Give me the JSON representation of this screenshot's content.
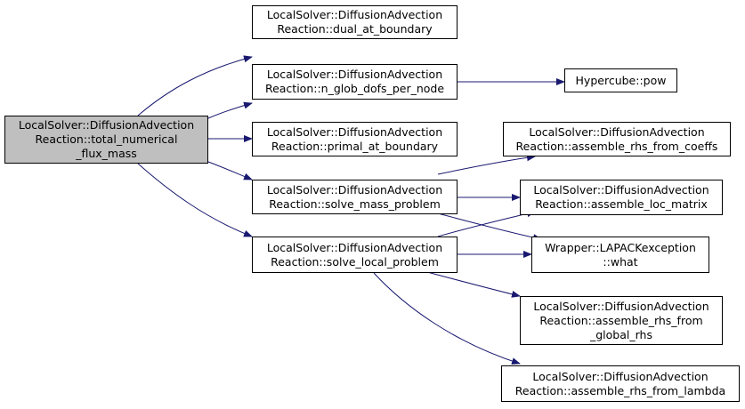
{
  "colors": {
    "edge": "#191970",
    "root_fill": "#bfbfbf",
    "node_fill": "#ffffff",
    "border": "#000000"
  },
  "nodes": {
    "root": [
      "LocalSolver::DiffusionAdvection",
      "Reaction::total_numerical",
      "_flux_mass"
    ],
    "dual_at_boundary": [
      "LocalSolver::DiffusionAdvection",
      "Reaction::dual_at_boundary"
    ],
    "n_glob_dofs_per_node": [
      "LocalSolver::DiffusionAdvection",
      "Reaction::n_glob_dofs_per_node"
    ],
    "primal_at_boundary": [
      "LocalSolver::DiffusionAdvection",
      "Reaction::primal_at_boundary"
    ],
    "solve_mass_problem": [
      "LocalSolver::DiffusionAdvection",
      "Reaction::solve_mass_problem"
    ],
    "solve_local_problem": [
      "LocalSolver::DiffusionAdvection",
      "Reaction::solve_local_problem"
    ],
    "hypercube_pow": [
      "Hypercube::pow"
    ],
    "assemble_rhs_from_coeffs": [
      "LocalSolver::DiffusionAdvection",
      "Reaction::assemble_rhs_from_coeffs"
    ],
    "assemble_loc_matrix": [
      "LocalSolver::DiffusionAdvection",
      "Reaction::assemble_loc_matrix"
    ],
    "lapack_what": [
      "Wrapper::LAPACKexception",
      "::what"
    ],
    "assemble_rhs_from_global_rhs": [
      "LocalSolver::DiffusionAdvection",
      "Reaction::assemble_rhs_from",
      "_global_rhs"
    ],
    "assemble_rhs_from_lambda": [
      "LocalSolver::DiffusionAdvection",
      "Reaction::assemble_rhs_from_lambda"
    ]
  }
}
